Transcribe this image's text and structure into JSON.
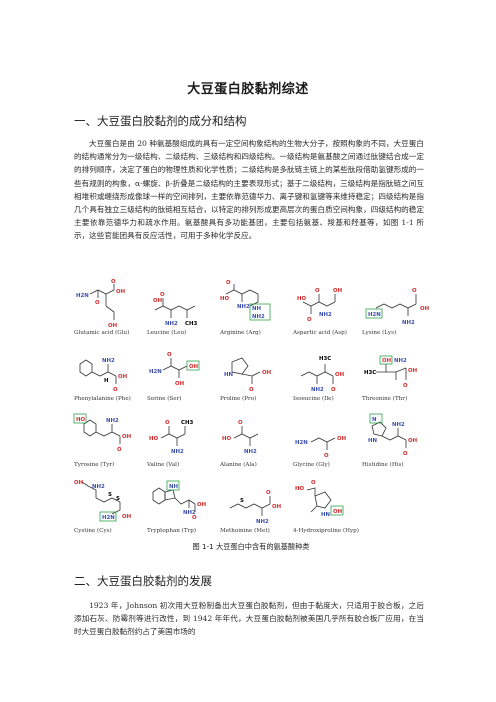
{
  "document": {
    "title": "大豆蛋白胶黏剂综述",
    "section1": {
      "heading": "一、大豆蛋白胶黏剂的成分和结构",
      "paragraph": "大豆蛋白是由 20 种氨基酸组成的具有一定空间构象结构的生物大分子，按照构象的不同，大豆蛋白的结构通常分为一级结构、二级结构、三级结构和四级结构。一级结构是氨基酸之间通过肽键结合成一定的排列顺序，决定了蛋白的物理性质和化学性质；二级结构是多肽链主链上的某些肽段借助氢键形成的一些有规则的构象，α-螺旋、β-折叠是二级结构的主要表现形式；基于二级结构，三级结构是指肽链之间互相堆积或缠绕形成像球一样的空间排列，主要依靠范德华力、离子键和氢键等来维持稳定；四级结构是指几个具有独立三级结构的肽链相互结合，以特定的排列形成更高层次的蛋白质空间构象，四级结构的稳定主要依靠范德华力和疏水作用。氨基酸具有多功能基团，主要包括氨基、羧基和羟基等，如图 1-1 所示，这些官能团具有反应活性，可用于多种化学反应。"
    },
    "figure": {
      "caption": "图 1-1 大豆蛋白中含有的氨基酸种类",
      "amino_acids": [
        "Glutamic acid (Glu)",
        "Leucine (Leu)",
        "Arginine (Arg)",
        "Aspartic acid (Asp)",
        "Lysine (Lys)",
        "Phenylalanine (Phe)",
        "Serine (Ser)",
        "Proline (Pro)",
        "Isoeucine (Ile)",
        "Threonine (Thr)",
        "Tyrosine (Tyr)",
        "Valine (Val)",
        "Alanine (Ala)",
        "Glycine (Gly)",
        "Histidine (His)",
        "Cystine (Cys)",
        "Tryptophan (Trp)",
        "Methoinine (Met)",
        "4-Hydroxiproline (Hyp)"
      ],
      "atom_labels": {
        "oh": "OH",
        "o": "O",
        "nh2": "NH2",
        "h2n": "H2N",
        "nh": "NH",
        "hn": "HN",
        "n": "N",
        "ho": "HO",
        "s": "S",
        "h3c": "H3C",
        "ch3": "CH3",
        "h": "H"
      },
      "colors": {
        "oxygen": "#d32a2a",
        "nitrogen": "#3a4fb0",
        "highlight": "#2ea34a"
      }
    },
    "section2": {
      "heading": "二、大豆蛋白胶黏剂的发展",
      "paragraph": "1923 年，Johnson 初次用大豆粉制备出大豆蛋白胶黏剂，但由于黏度大，只适用于胶合板，之后添加石灰、防霉剂等进行改性，到 1942 年年代，大豆蛋白胶黏剂被美国几乎所有胶合板厂应用，在当时大豆蛋白胶黏剂约占了美国市场的"
    }
  }
}
